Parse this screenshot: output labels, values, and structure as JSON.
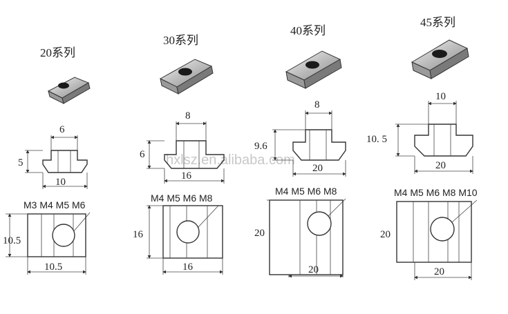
{
  "watermark": "hxlsz.en.alibaba.com",
  "series": [
    {
      "title": "20系列",
      "top_width": "6",
      "height": "5",
      "bottom_width": "10",
      "threads": "M3 M4 M5 M6",
      "plate_height": "10.5",
      "plate_width": "10.5"
    },
    {
      "title": "30系列",
      "top_width": "8",
      "height": "6",
      "bottom_width": "16",
      "threads": "M4 M5 M6 M8",
      "plate_height": "16",
      "plate_width": "16"
    },
    {
      "title": "40系列",
      "top_width": "8",
      "height": "9.6",
      "bottom_width": "20",
      "threads": "M4 M5 M6 M8",
      "plate_height": "20",
      "plate_width": "20"
    },
    {
      "title": "45系列",
      "top_width": "10",
      "height": "10. 5",
      "bottom_width": "20",
      "threads": "M4 M5 M6 M8 M10",
      "plate_height": "20",
      "plate_width": "20"
    }
  ]
}
